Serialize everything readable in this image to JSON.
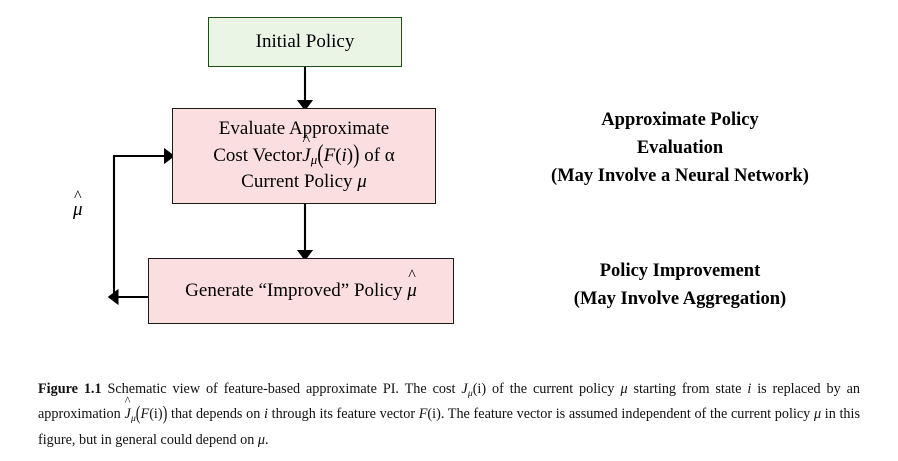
{
  "figure": {
    "nodes": {
      "initial": {
        "label": "Initial Policy"
      },
      "evaluate": {
        "line1": "Evaluate Approximate",
        "line2_pre": "Cost Vector",
        "line2_J": "J",
        "line2_hat": "^",
        "line2_sub": "μ",
        "line2_open": "(",
        "line2_F": "F",
        "line2_Fopen": "(",
        "line2_i": "i",
        "line2_Fclose": ")",
        "line2_close": ")",
        "line2_post": "of",
        "line2_clip": "α",
        "line3_pre": "Current Policy",
        "line3_mu": "μ"
      },
      "improve": {
        "pre": "Generate “Improved” Policy",
        "hat": "^",
        "mu": "μ"
      }
    },
    "loop_label": {
      "hat": "^",
      "mu": "μ"
    },
    "annotations": {
      "evaluation": {
        "line1": "Approximate Policy",
        "line2": "Evaluation",
        "line3": "(May Involve a Neural Network)"
      },
      "improvement": {
        "line1": "Policy Improvement",
        "line2": "(May Involve Aggregation)"
      }
    },
    "colors": {
      "initial_fill": "#eaf5e6",
      "initial_border": "#1d4d17",
      "pink_fill": "#fbdedf",
      "box_border": "#1a1a1a",
      "edge": "#000000",
      "page_bg": "#ffffff"
    }
  },
  "caption": {
    "head": "Figure 1.1",
    "t1": " Schematic view of feature-based approximate PI. The cost ",
    "m1_J": "J",
    "m1_sub": "μ",
    "m1_args": "(i)",
    "t2": " of the current policy ",
    "m2_mu": "μ",
    "t3": " starting from state ",
    "m3_i": "i",
    "t4": " is replaced by an approximation ",
    "m4_hat": "^",
    "m4_J": "J",
    "m4_sub": "μ",
    "m4_open": "(",
    "m4_F": "F",
    "m4_inner": "(i)",
    "m4_close": ")",
    "t5": " that depends on ",
    "m5_i": "i",
    "t6": " through its feature vector ",
    "m6_F": "F",
    "m6_args": "(i)",
    "t7": ". The feature vector is assumed independent of the current policy ",
    "m7_mu": "μ",
    "t8": " in this figure, but in general could depend on ",
    "m8_mu": "μ",
    "t9": "."
  }
}
